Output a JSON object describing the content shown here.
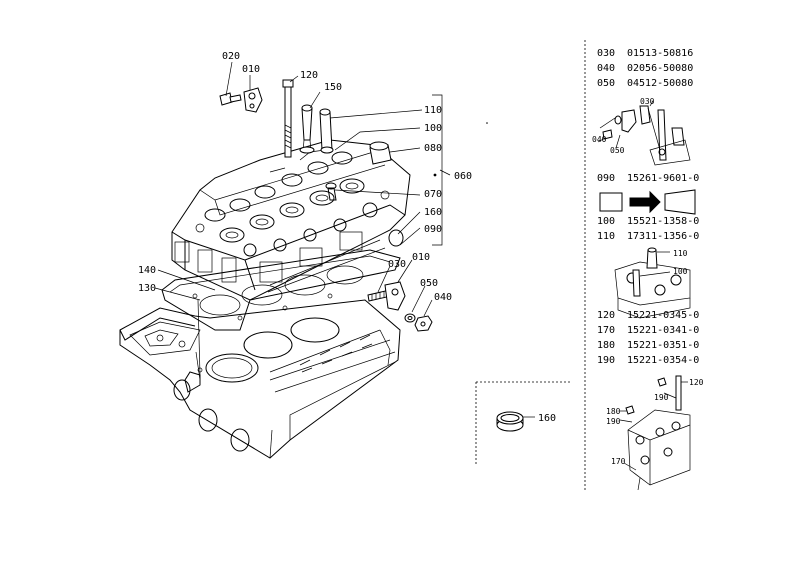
{
  "callouts": {
    "c020": "020",
    "c010a": "010",
    "c120": "120",
    "c150": "150",
    "c110": "110",
    "c100": "100",
    "c080": "080",
    "c060": "060",
    "c070": "070",
    "c160a": "160",
    "c090": "090",
    "c140": "140",
    "c130": "130",
    "c030": "030",
    "c010b": "010",
    "c050": "050",
    "c040": "040",
    "c160b": "160"
  },
  "parts_list": {
    "group1": [
      {
        "no": "030",
        "part": "01513-50816"
      },
      {
        "no": "040",
        "part": "02056-50080"
      },
      {
        "no": "050",
        "part": "04512-50080"
      }
    ],
    "group2": [
      {
        "no": "090",
        "part": "15261-9601-0"
      }
    ],
    "group3": [
      {
        "no": "100",
        "part": "15521-1358-0"
      },
      {
        "no": "110",
        "part": "17311-1356-0"
      }
    ],
    "group4": [
      {
        "no": "120",
        "part": "15221-0345-0"
      },
      {
        "no": "170",
        "part": "15221-0341-0"
      },
      {
        "no": "180",
        "part": "15221-0351-0"
      },
      {
        "no": "190",
        "part": "15221-0354-0"
      }
    ]
  },
  "inset_labels": {
    "i040": "040",
    "i050": "050",
    "i030": "030",
    "i110": "110",
    "i100": "100",
    "i190": "190",
    "i120": "120",
    "i180": "180",
    "i190b": "190",
    "i170": "170"
  }
}
